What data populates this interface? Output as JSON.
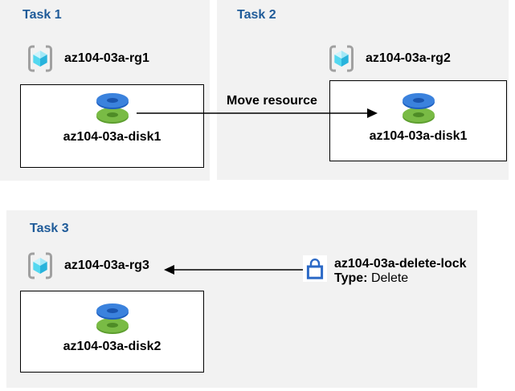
{
  "tasks": [
    {
      "title": "Task 1",
      "resource_group": "az104-03a-rg1",
      "disk": "az104-03a-disk1"
    },
    {
      "title": "Task 2",
      "resource_group": "az104-03a-rg2",
      "disk": "az104-03a-disk1"
    },
    {
      "title": "Task 3",
      "resource_group": "az104-03a-rg3",
      "disk": "az104-03a-disk2"
    }
  ],
  "move_arrow": {
    "label": "Move resource",
    "from": "az104-03a-disk1",
    "to": "az104-03a-rg2"
  },
  "lock": {
    "name": "az104-03a-delete-lock",
    "type_label": "Type:",
    "type_value": "Delete",
    "target": "az104-03a-rg3"
  },
  "icons": {
    "resource_group": "azure-resource-group-icon",
    "disk": "azure-managed-disk-icon",
    "lock": "azure-lock-icon"
  },
  "colors": {
    "panel_bg": "#f2f2f2",
    "task_heading": "#1f5b99",
    "arrow": "#000000",
    "box_border": "#000000",
    "lock_blue": "#2b69c6",
    "disk_blue_top": "#3b82dd",
    "disk_blue_side": "#1d5fc0",
    "disk_blue_hole": "#1a55ae",
    "disk_green_top": "#79bb45",
    "disk_green_side": "#5d9e2f",
    "disk_green_hole": "#4e8c26",
    "cube_top_left": "#cdf4fc",
    "cube_top_right": "#a2e8f7",
    "cube_front_left": "#54d8f0",
    "cube_front_right": "#28b3dc",
    "bracket_gray": "#a0a0a0"
  }
}
